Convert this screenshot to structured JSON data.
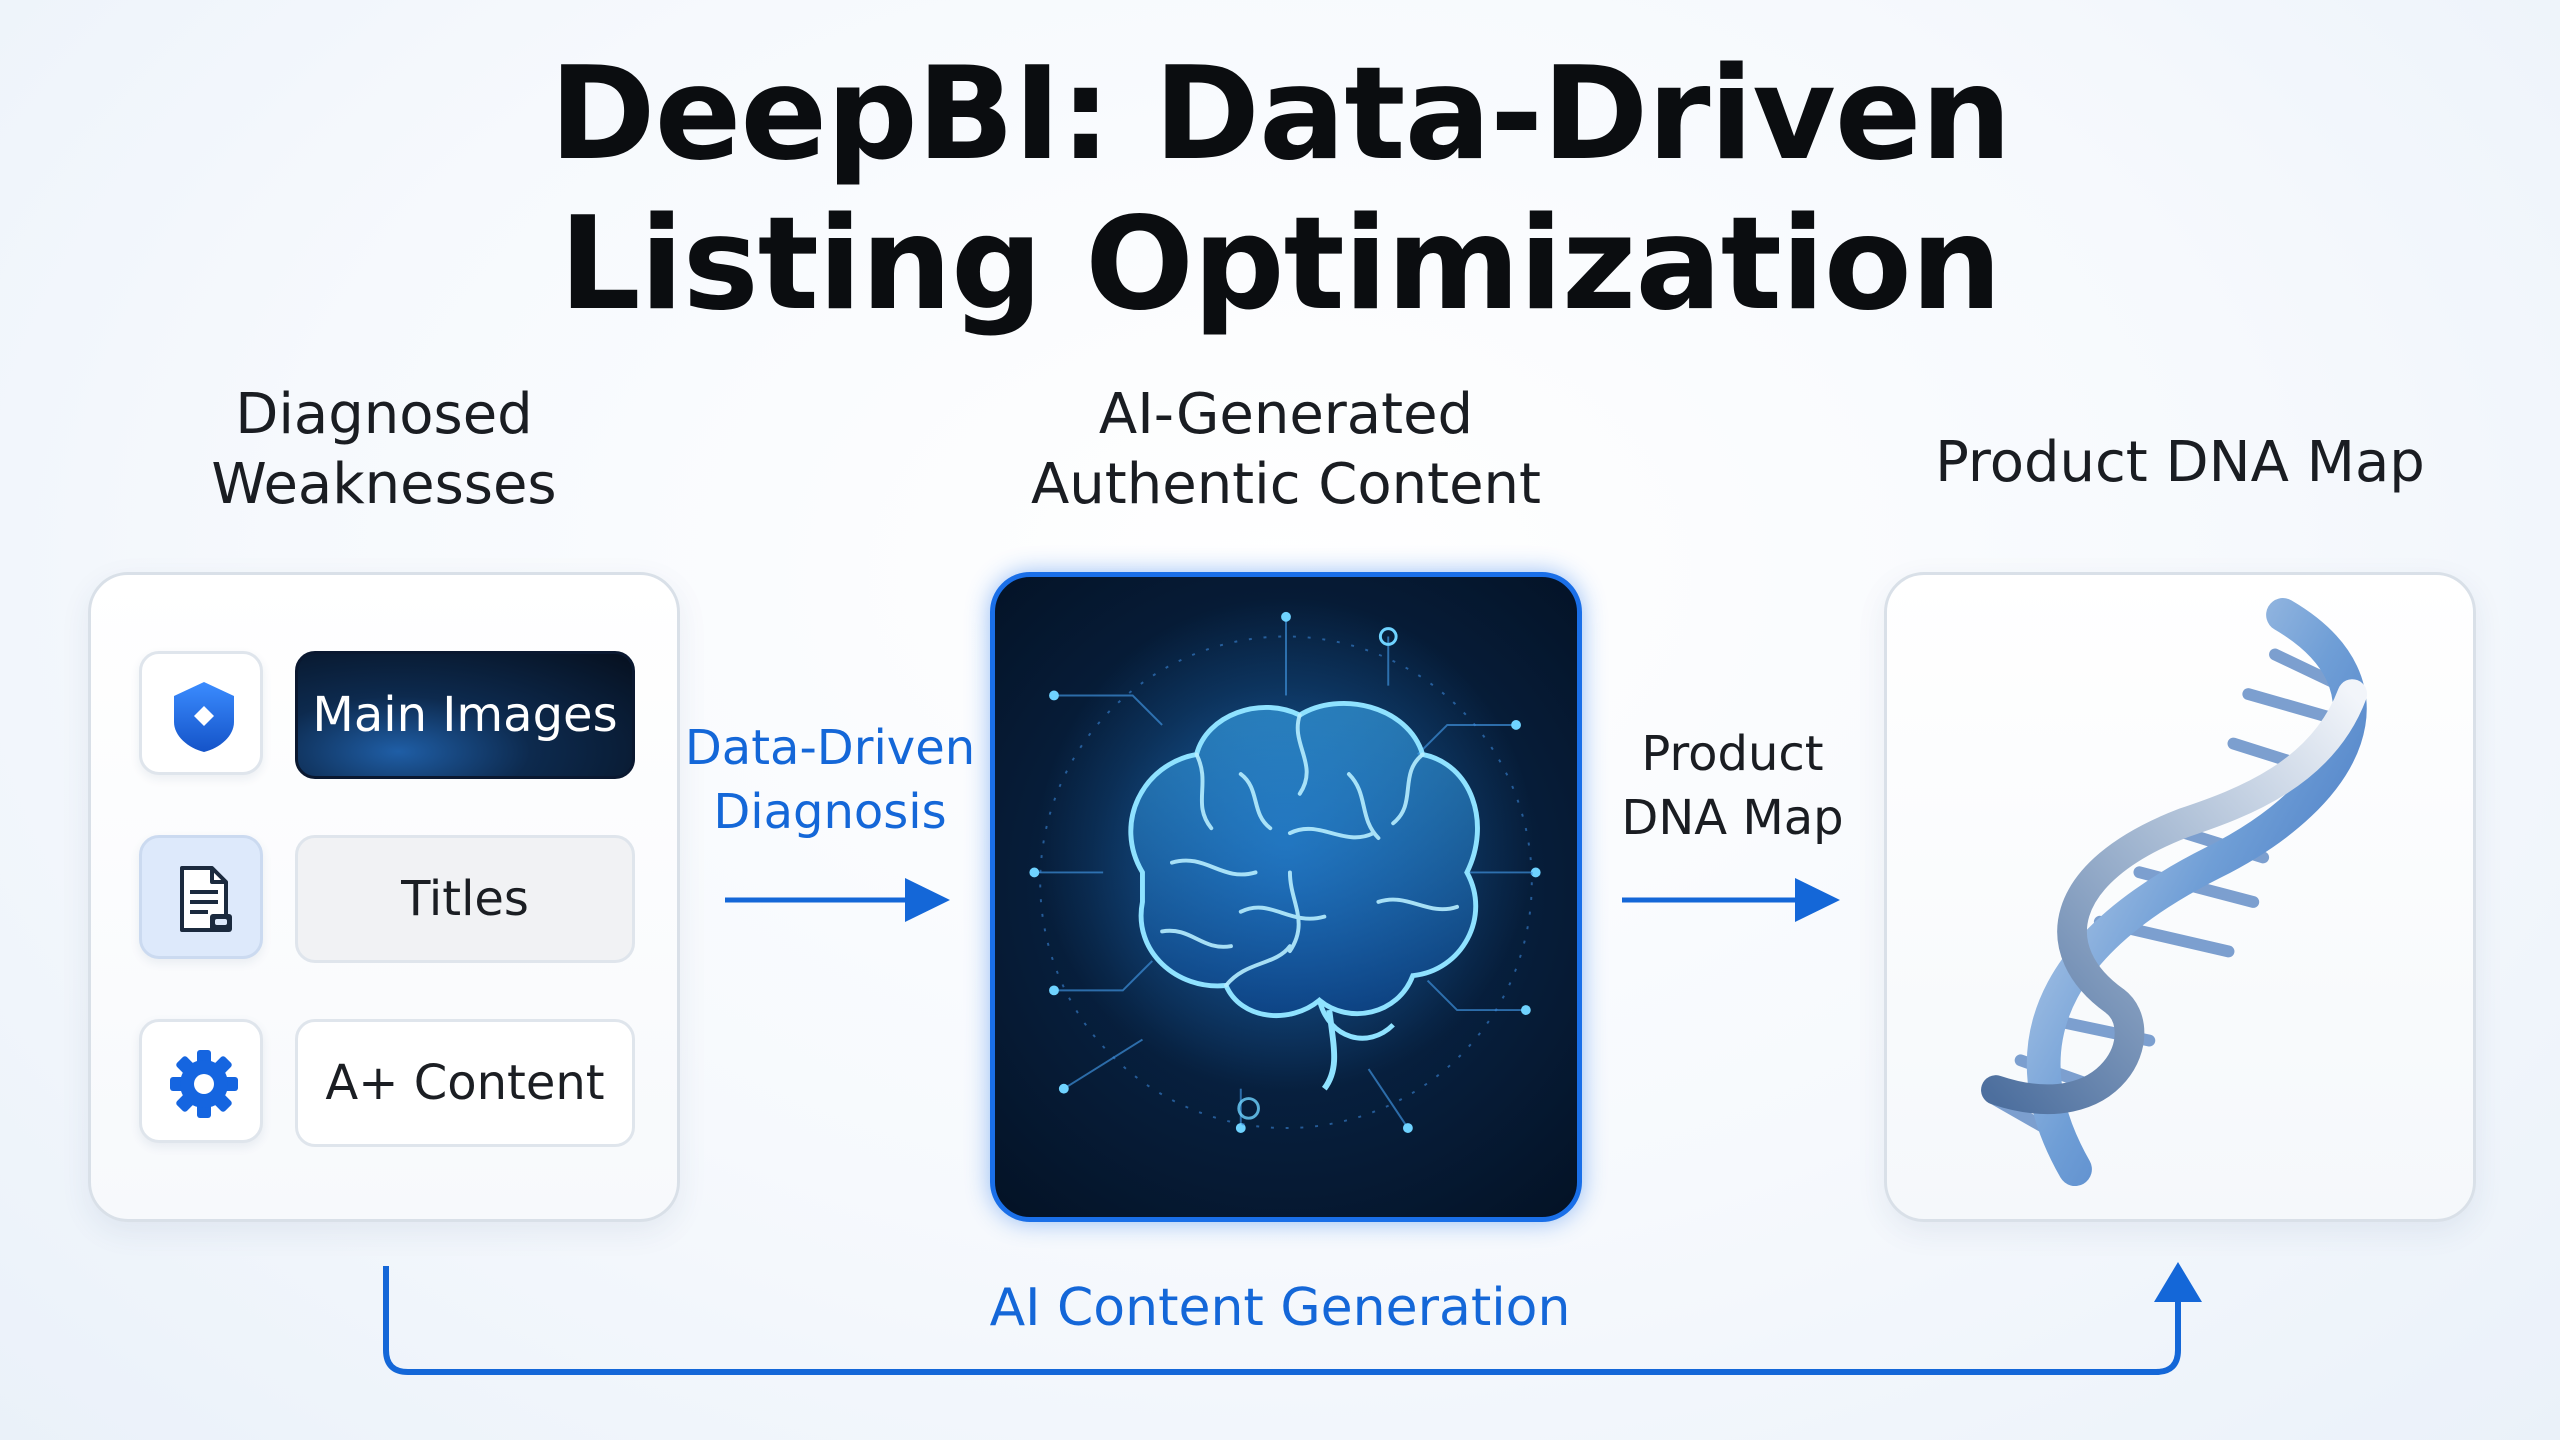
{
  "title": {
    "line1": "DeepBI: Data-Driven",
    "line2": "Listing Optimization"
  },
  "columns": {
    "left": {
      "line1": "Diagnosed",
      "line2": "Weaknesses"
    },
    "center": {
      "line1": "AI-Generated",
      "line2": "Authentic Content"
    },
    "right": {
      "line1": "Product DNA Map"
    }
  },
  "weaknesses": [
    {
      "label": "Main Images",
      "icon": "shield-icon"
    },
    {
      "label": "Titles",
      "icon": "document-icon"
    },
    {
      "label": "A+ Content",
      "icon": "gear-icon"
    }
  ],
  "arrows": {
    "diagnosis": {
      "line1": "Data-Driven",
      "line2": "Diagnosis"
    },
    "dna_map": {
      "line1": "Product",
      "line2": "DNA Map"
    },
    "bottom": "AI Content Generation"
  },
  "center_image": "brain-icon",
  "right_image": "dna-helix-icon",
  "colors": {
    "accent": "#1467d8",
    "panel_dark": "#07203f",
    "glow": "#5fd0ff"
  }
}
